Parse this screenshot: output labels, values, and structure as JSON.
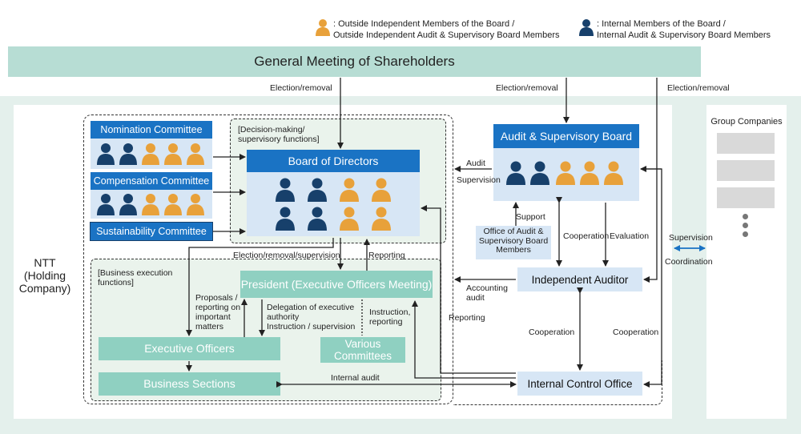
{
  "legend": {
    "outside_label": ": Outside Independent Members of the Board /\nOutside Independent Audit & Supervisory Board Members",
    "internal_label": ": Internal Members of the Board /\nInternal Audit & Supervisory Board Members"
  },
  "colors": {
    "outside": "#e8a13a",
    "internal": "#17406b",
    "blue_header": "#1a73c4",
    "teal": "#8fd0c1"
  },
  "general_meeting": "General Meeting of Shareholders",
  "labels": {
    "election_removal": "Election/removal",
    "decision_making": "[Decision-making/\nsupervisory functions]",
    "business_execution": "[Business execution\nfunctions]",
    "election_removal_supervision": "Election/removal/supervision",
    "reporting": "Reporting",
    "proposals": "Proposals /\nreporting on\nimportant\nmatters",
    "delegation": "Delegation of executive\nauthority\nInstruction / supervision",
    "instruction_reporting": "Instruction,\nreporting",
    "audit": "Audit",
    "supervision": "Supervision",
    "support": "Support",
    "cooperation": "Cooperation",
    "evaluation": "Evaluation",
    "accounting_audit": "Accounting\naudit",
    "internal_audit": "Internal audit",
    "coordination": "Coordination"
  },
  "committees": {
    "nomination": "Nomination Committee",
    "compensation": "Compensation Committee",
    "sustainability": "Sustainability Committee"
  },
  "board_of_directors": "Board of Directors",
  "audit_supervisory_board": "Audit & Supervisory Board",
  "office_audit": "Office of Audit &\nSupervisory Board\nMembers",
  "president": "President (Executive Officers Meeting)",
  "executive_officers": "Executive Officers",
  "various_committees": "Various\nCommittees",
  "business_sections": "Business Sections",
  "independent_auditor": "Independent Auditor",
  "internal_control_office": "Internal Control Office",
  "ntt": "NTT\n(Holding\nCompany)",
  "group_companies": "Group Companies"
}
